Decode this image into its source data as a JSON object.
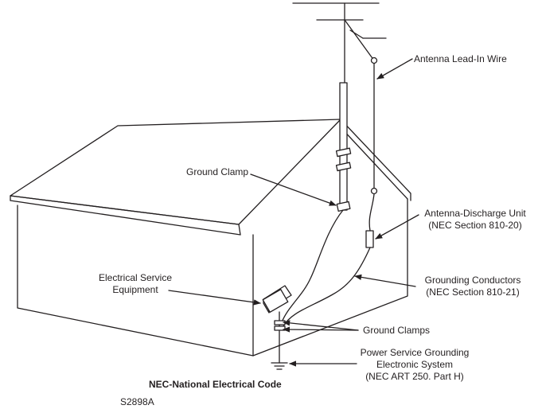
{
  "labels": {
    "antenna_lead_in": "Antenna Lead-In Wire",
    "ground_clamp": "Ground Clamp",
    "discharge_unit_1": "Antenna-Discharge Unit",
    "discharge_unit_2": "(NEC Section 810-20)",
    "electrical_service_1": "Electrical Service",
    "electrical_service_2": "Equipment",
    "grounding_conductors_1": "Grounding Conductors",
    "grounding_conductors_2": "(NEC Section 810-21)",
    "ground_clamps": "Ground Clamps",
    "power_service_1": "Power Service Grounding",
    "power_service_2": "Electronic System",
    "power_service_3": "(NEC ART 250. Part H)"
  },
  "footer": {
    "nec": "NEC-National Electrical Code",
    "code": "S2898A"
  },
  "colors": {
    "line": "#231f20",
    "background": "#ffffff"
  }
}
